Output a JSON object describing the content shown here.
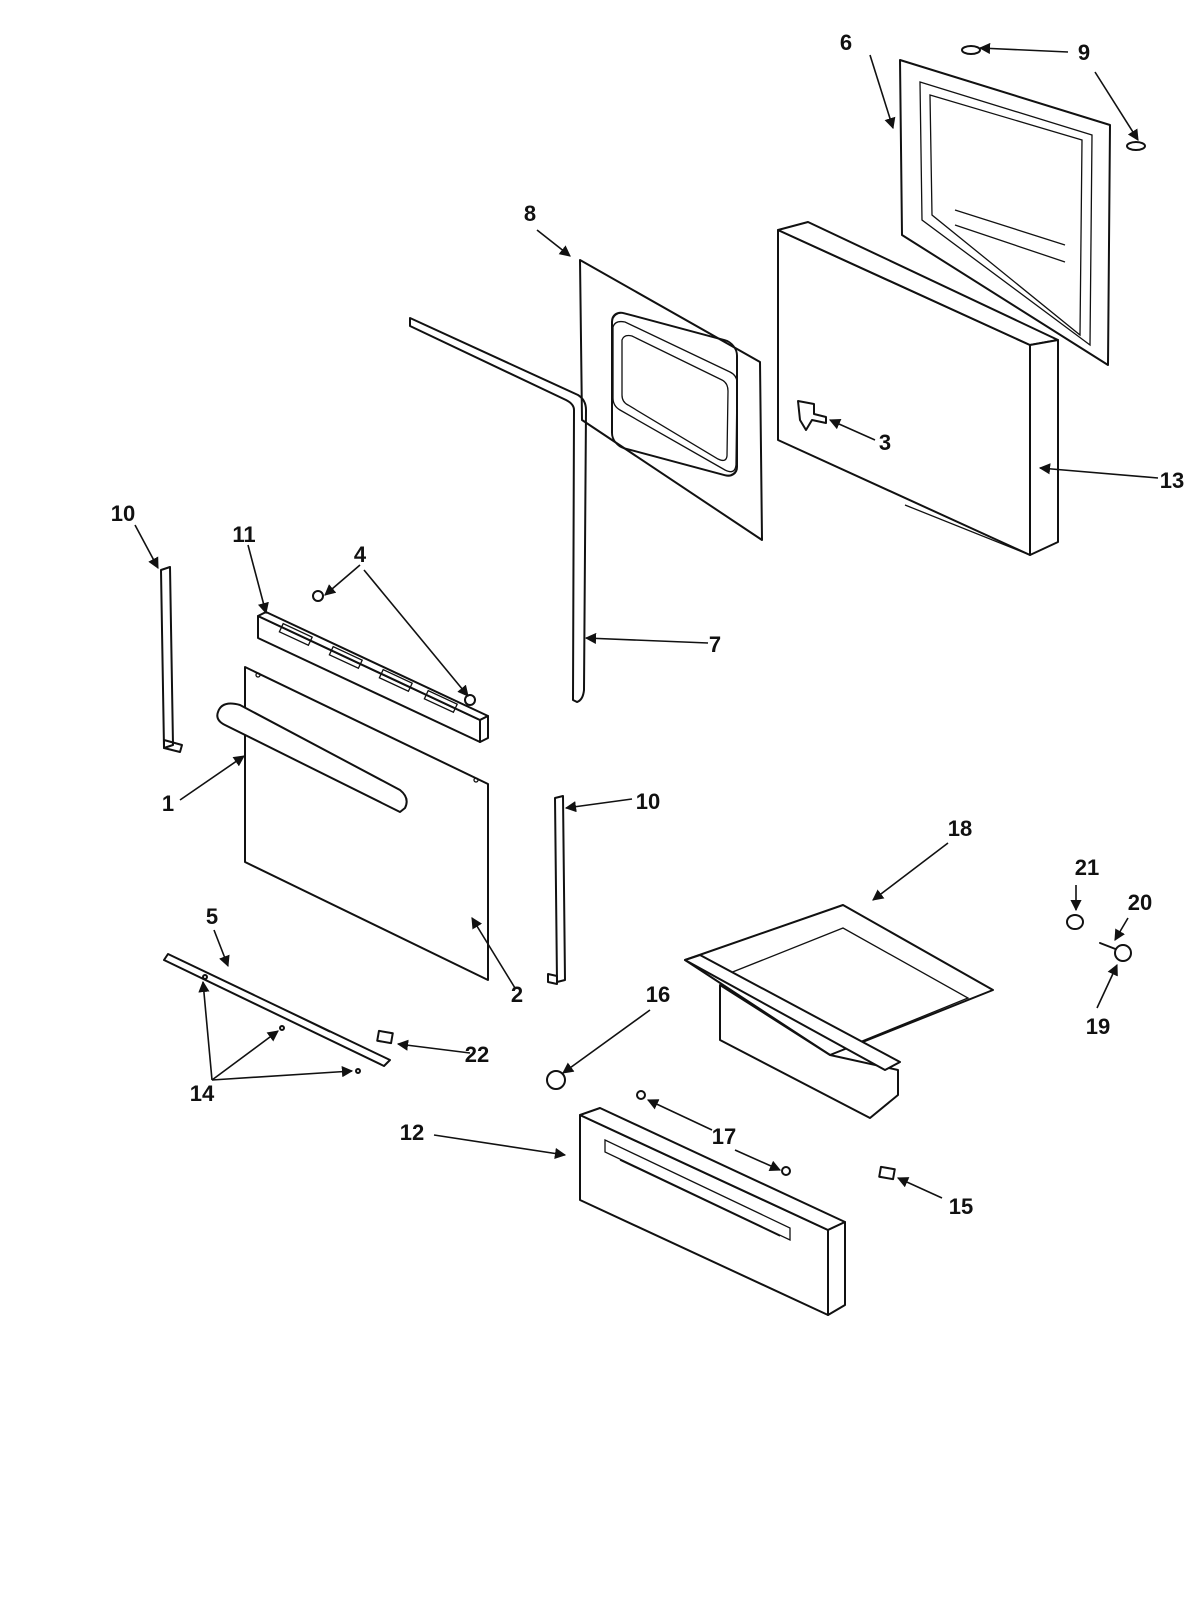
{
  "callouts": {
    "c1": "1",
    "c2": "2",
    "c3": "3",
    "c4": "4",
    "c5": "5",
    "c6": "6",
    "c7": "7",
    "c8": "8",
    "c9": "9",
    "c10a": "10",
    "c10b": "10",
    "c11": "11",
    "c12": "12",
    "c13": "13",
    "c14": "14",
    "c15": "15",
    "c16": "16",
    "c17": "17",
    "c18": "18",
    "c19": "19",
    "c20": "20",
    "c21": "21",
    "c22": "22"
  },
  "colors": {
    "ink": "#111111",
    "paper": "#ffffff"
  }
}
